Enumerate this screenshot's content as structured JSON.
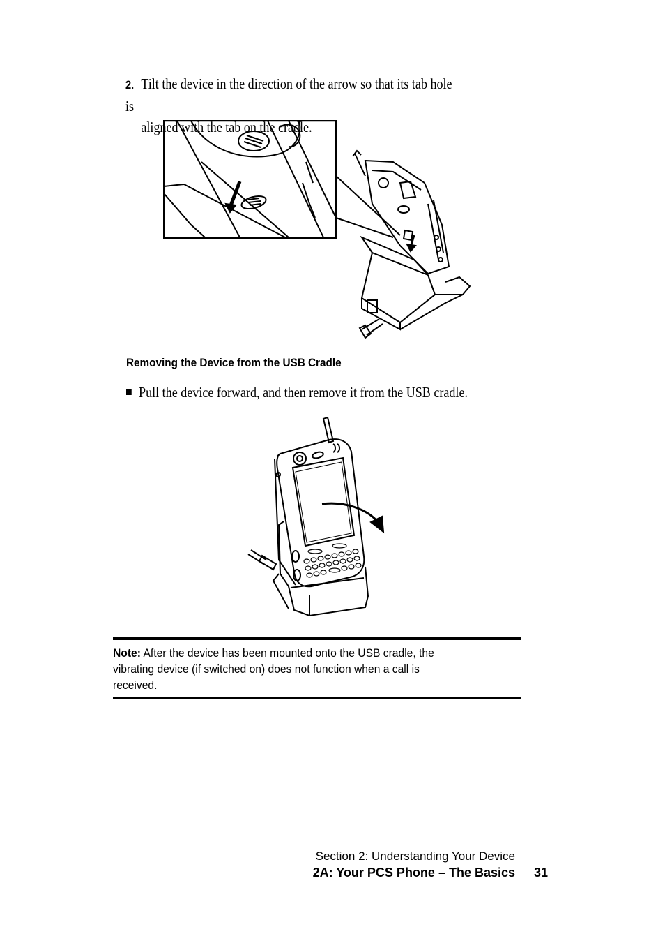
{
  "step": {
    "number": "2.",
    "line1": "Tilt the device in the direction of the arrow so that its tab hole is",
    "line2": "aligned with the tab on the cradle."
  },
  "subheading": "Removing the Device from the USB Cradle",
  "bullet": "Pull the device forward, and then remove it from the USB cradle.",
  "note": {
    "label": "Note:",
    "line1": "After the device has been mounted onto the USB cradle, the",
    "line2": "vibrating device (if switched on) does not function when a call is",
    "line3": "received."
  },
  "footer": {
    "section": "Section 2: Understanding Your Device",
    "chapter": "2A: Your PCS Phone – The Basics",
    "page": "31"
  }
}
